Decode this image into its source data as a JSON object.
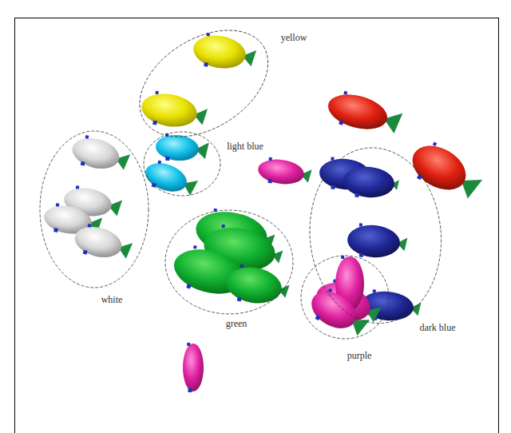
{
  "diagram": {
    "nodes": [
      {
        "text": [
          "yellow"
        ]
      },
      {
        "text": [
          "white"
        ]
      },
      {
        "text": [
          "light blue"
        ]
      },
      {
        "text": [
          "dark blue"
        ]
      },
      {
        "text": [
          "green"
        ]
      },
      {
        "text": [
          "purple"
        ]
      }
    ]
  }
}
